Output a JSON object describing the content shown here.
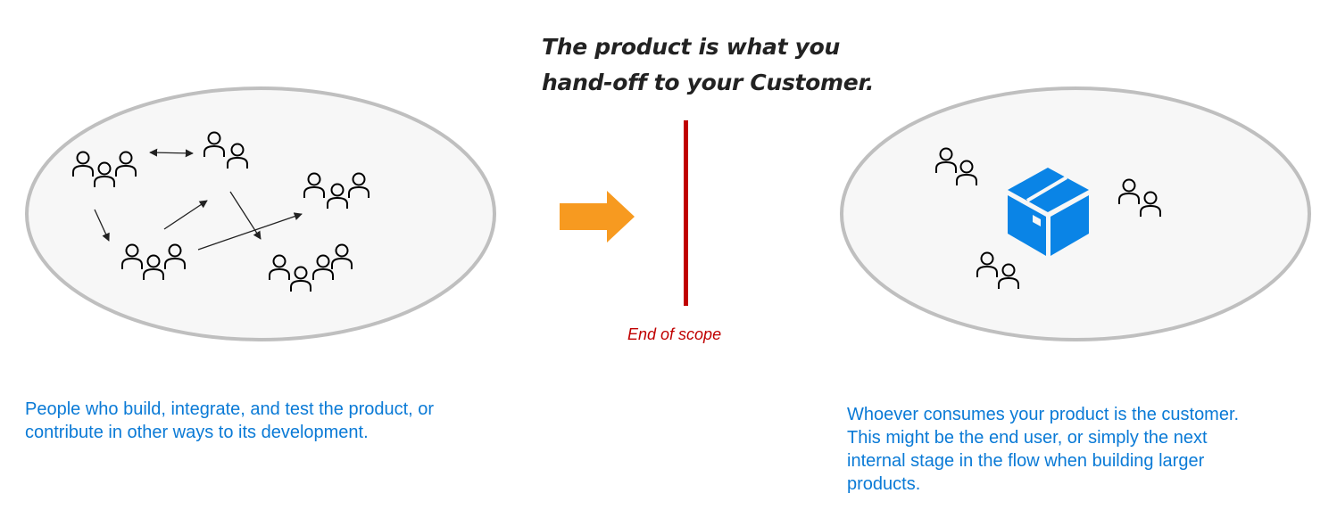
{
  "title": {
    "line1": "The product is what you",
    "line2": "hand-off to your Customer."
  },
  "scope_label": "End of scope",
  "left_description": {
    "line1": "People who build, integrate, and test the product, or",
    "line2": "contribute in other ways to its development."
  },
  "right_description": {
    "line1": "Whoever consumes your product is the customer.",
    "line2": "This might be the end user, or simply the next",
    "line3": "internal stage in the flow when building larger",
    "line4": "products."
  },
  "colors": {
    "arrow": "#f79a20",
    "scope_line": "#c00000",
    "box": "#0a84e6",
    "text_blue": "#0a7ad6",
    "ellipse_fill": "#f7f7f7",
    "ellipse_stroke": "#bfbfbf"
  },
  "icons": [
    "people-group-icon",
    "product-box-icon",
    "right-arrow-icon"
  ]
}
